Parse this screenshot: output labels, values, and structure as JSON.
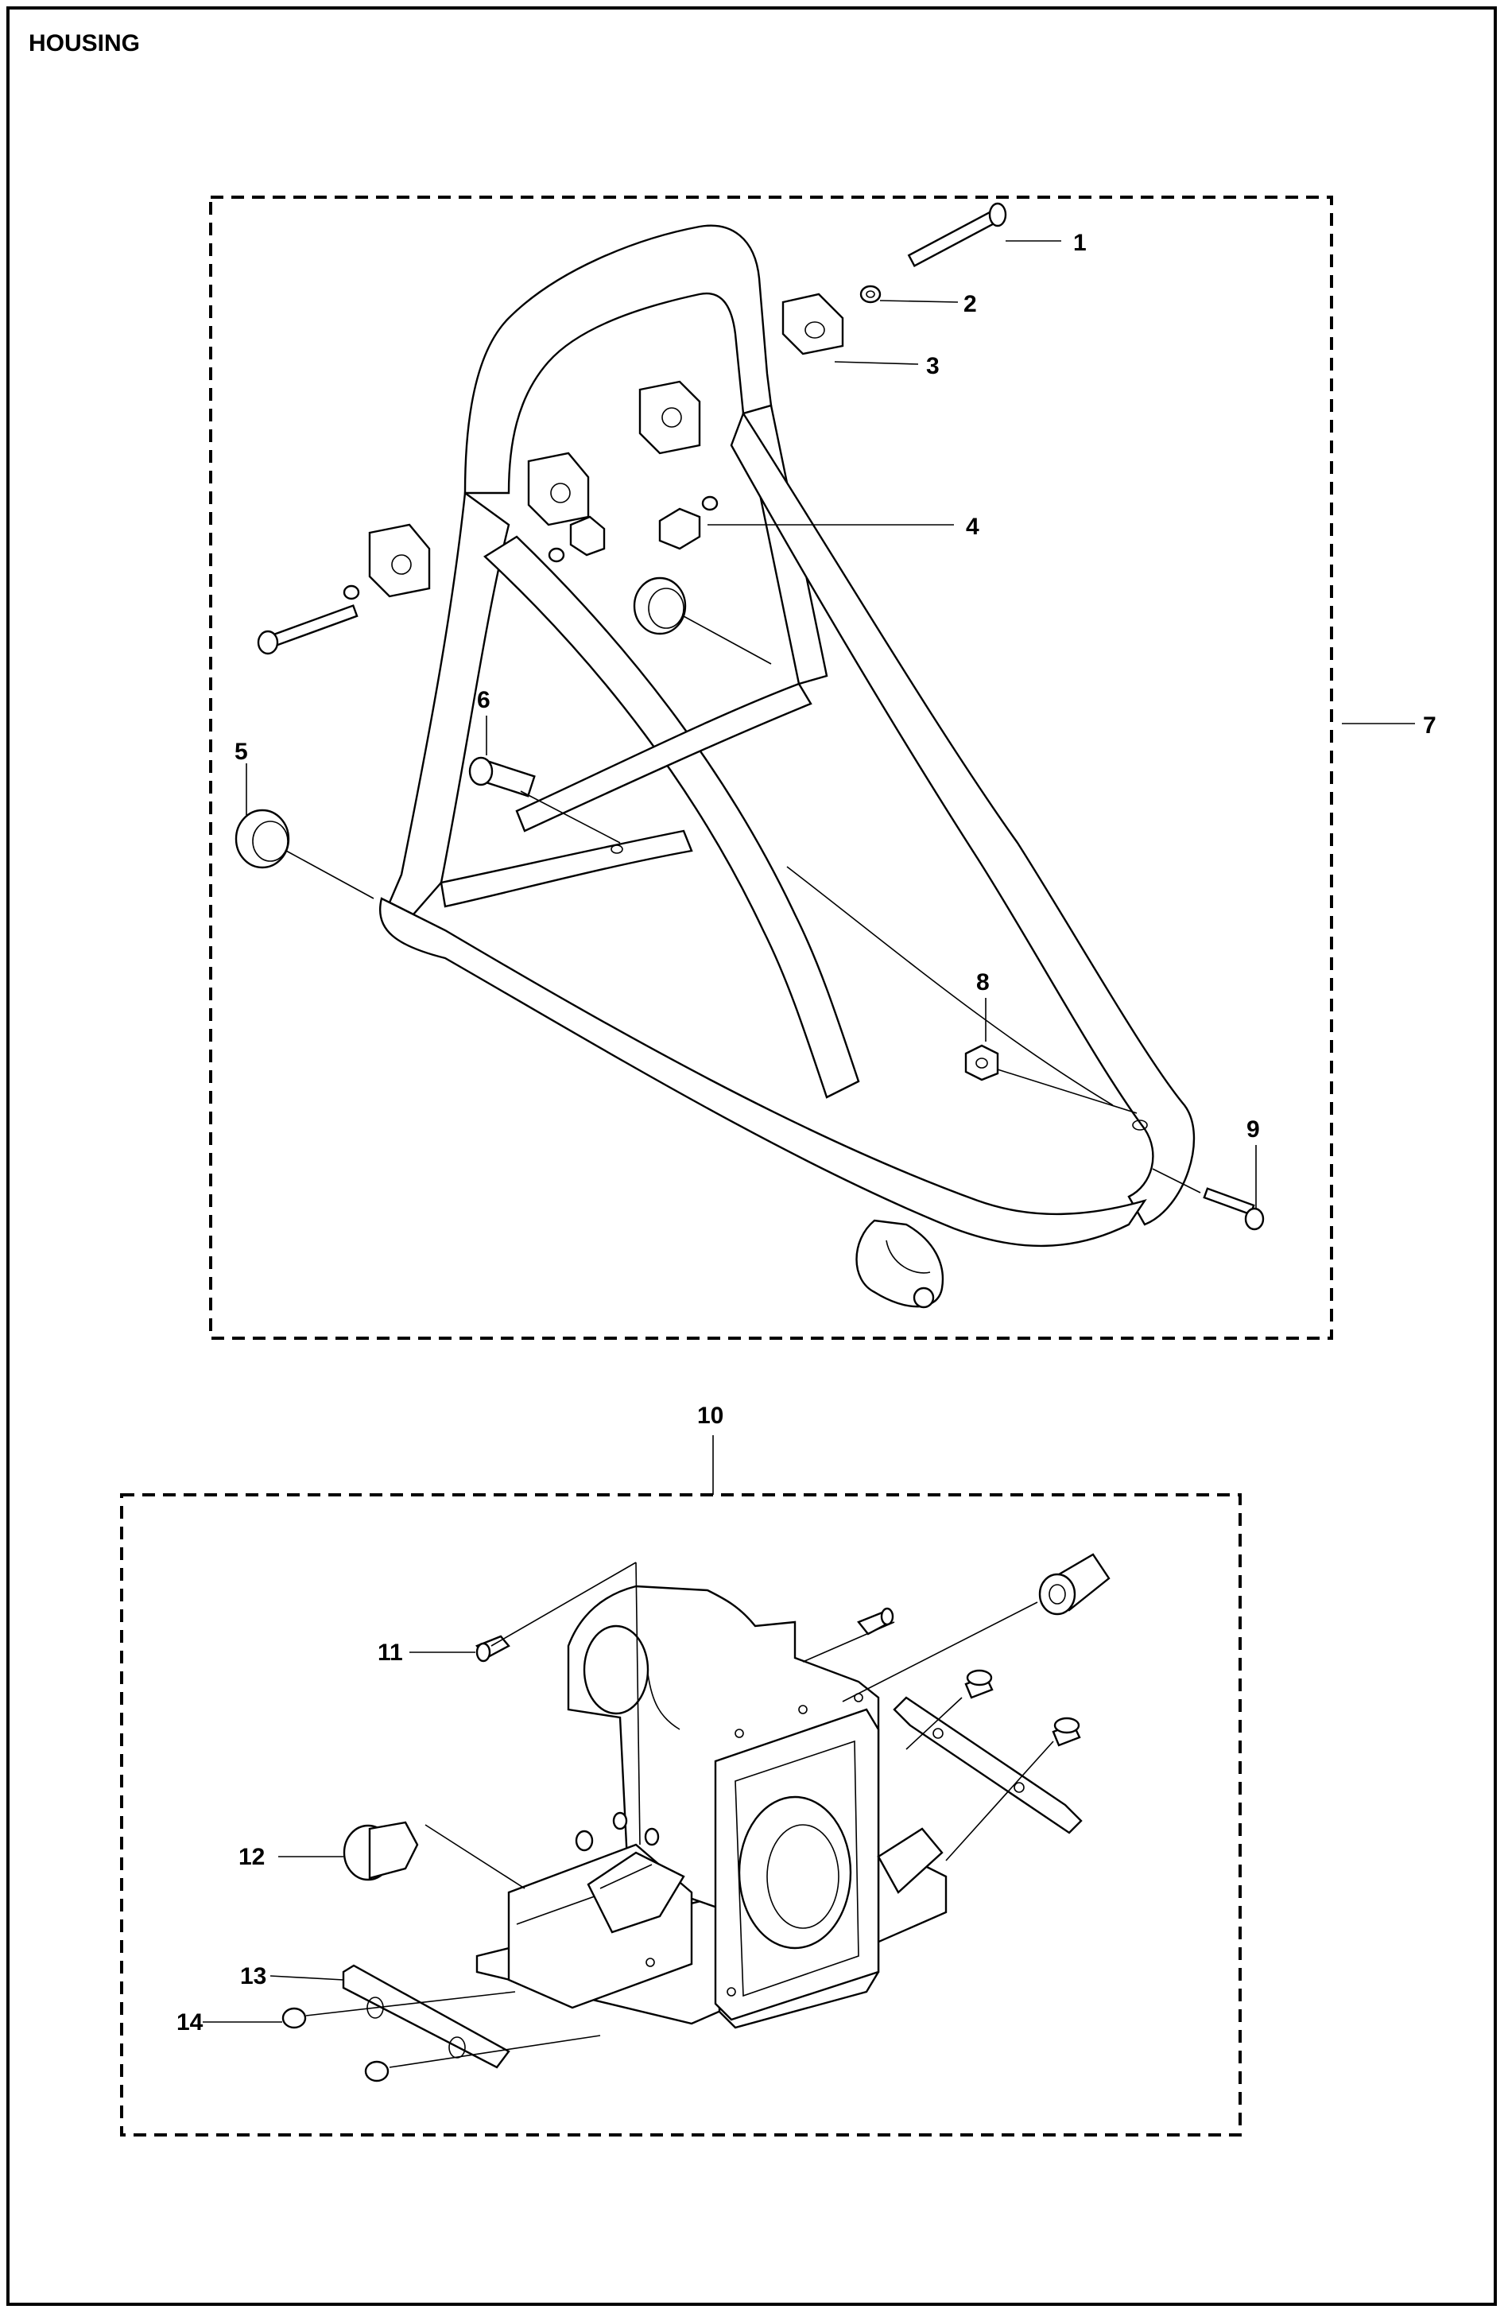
{
  "title": "HOUSING",
  "callouts": [
    "1",
    "2",
    "3",
    "4",
    "5",
    "6",
    "7",
    "8",
    "9",
    "10",
    "11",
    "12",
    "13",
    "14"
  ],
  "colors": {
    "line": "#000000",
    "background": "#ffffff"
  }
}
